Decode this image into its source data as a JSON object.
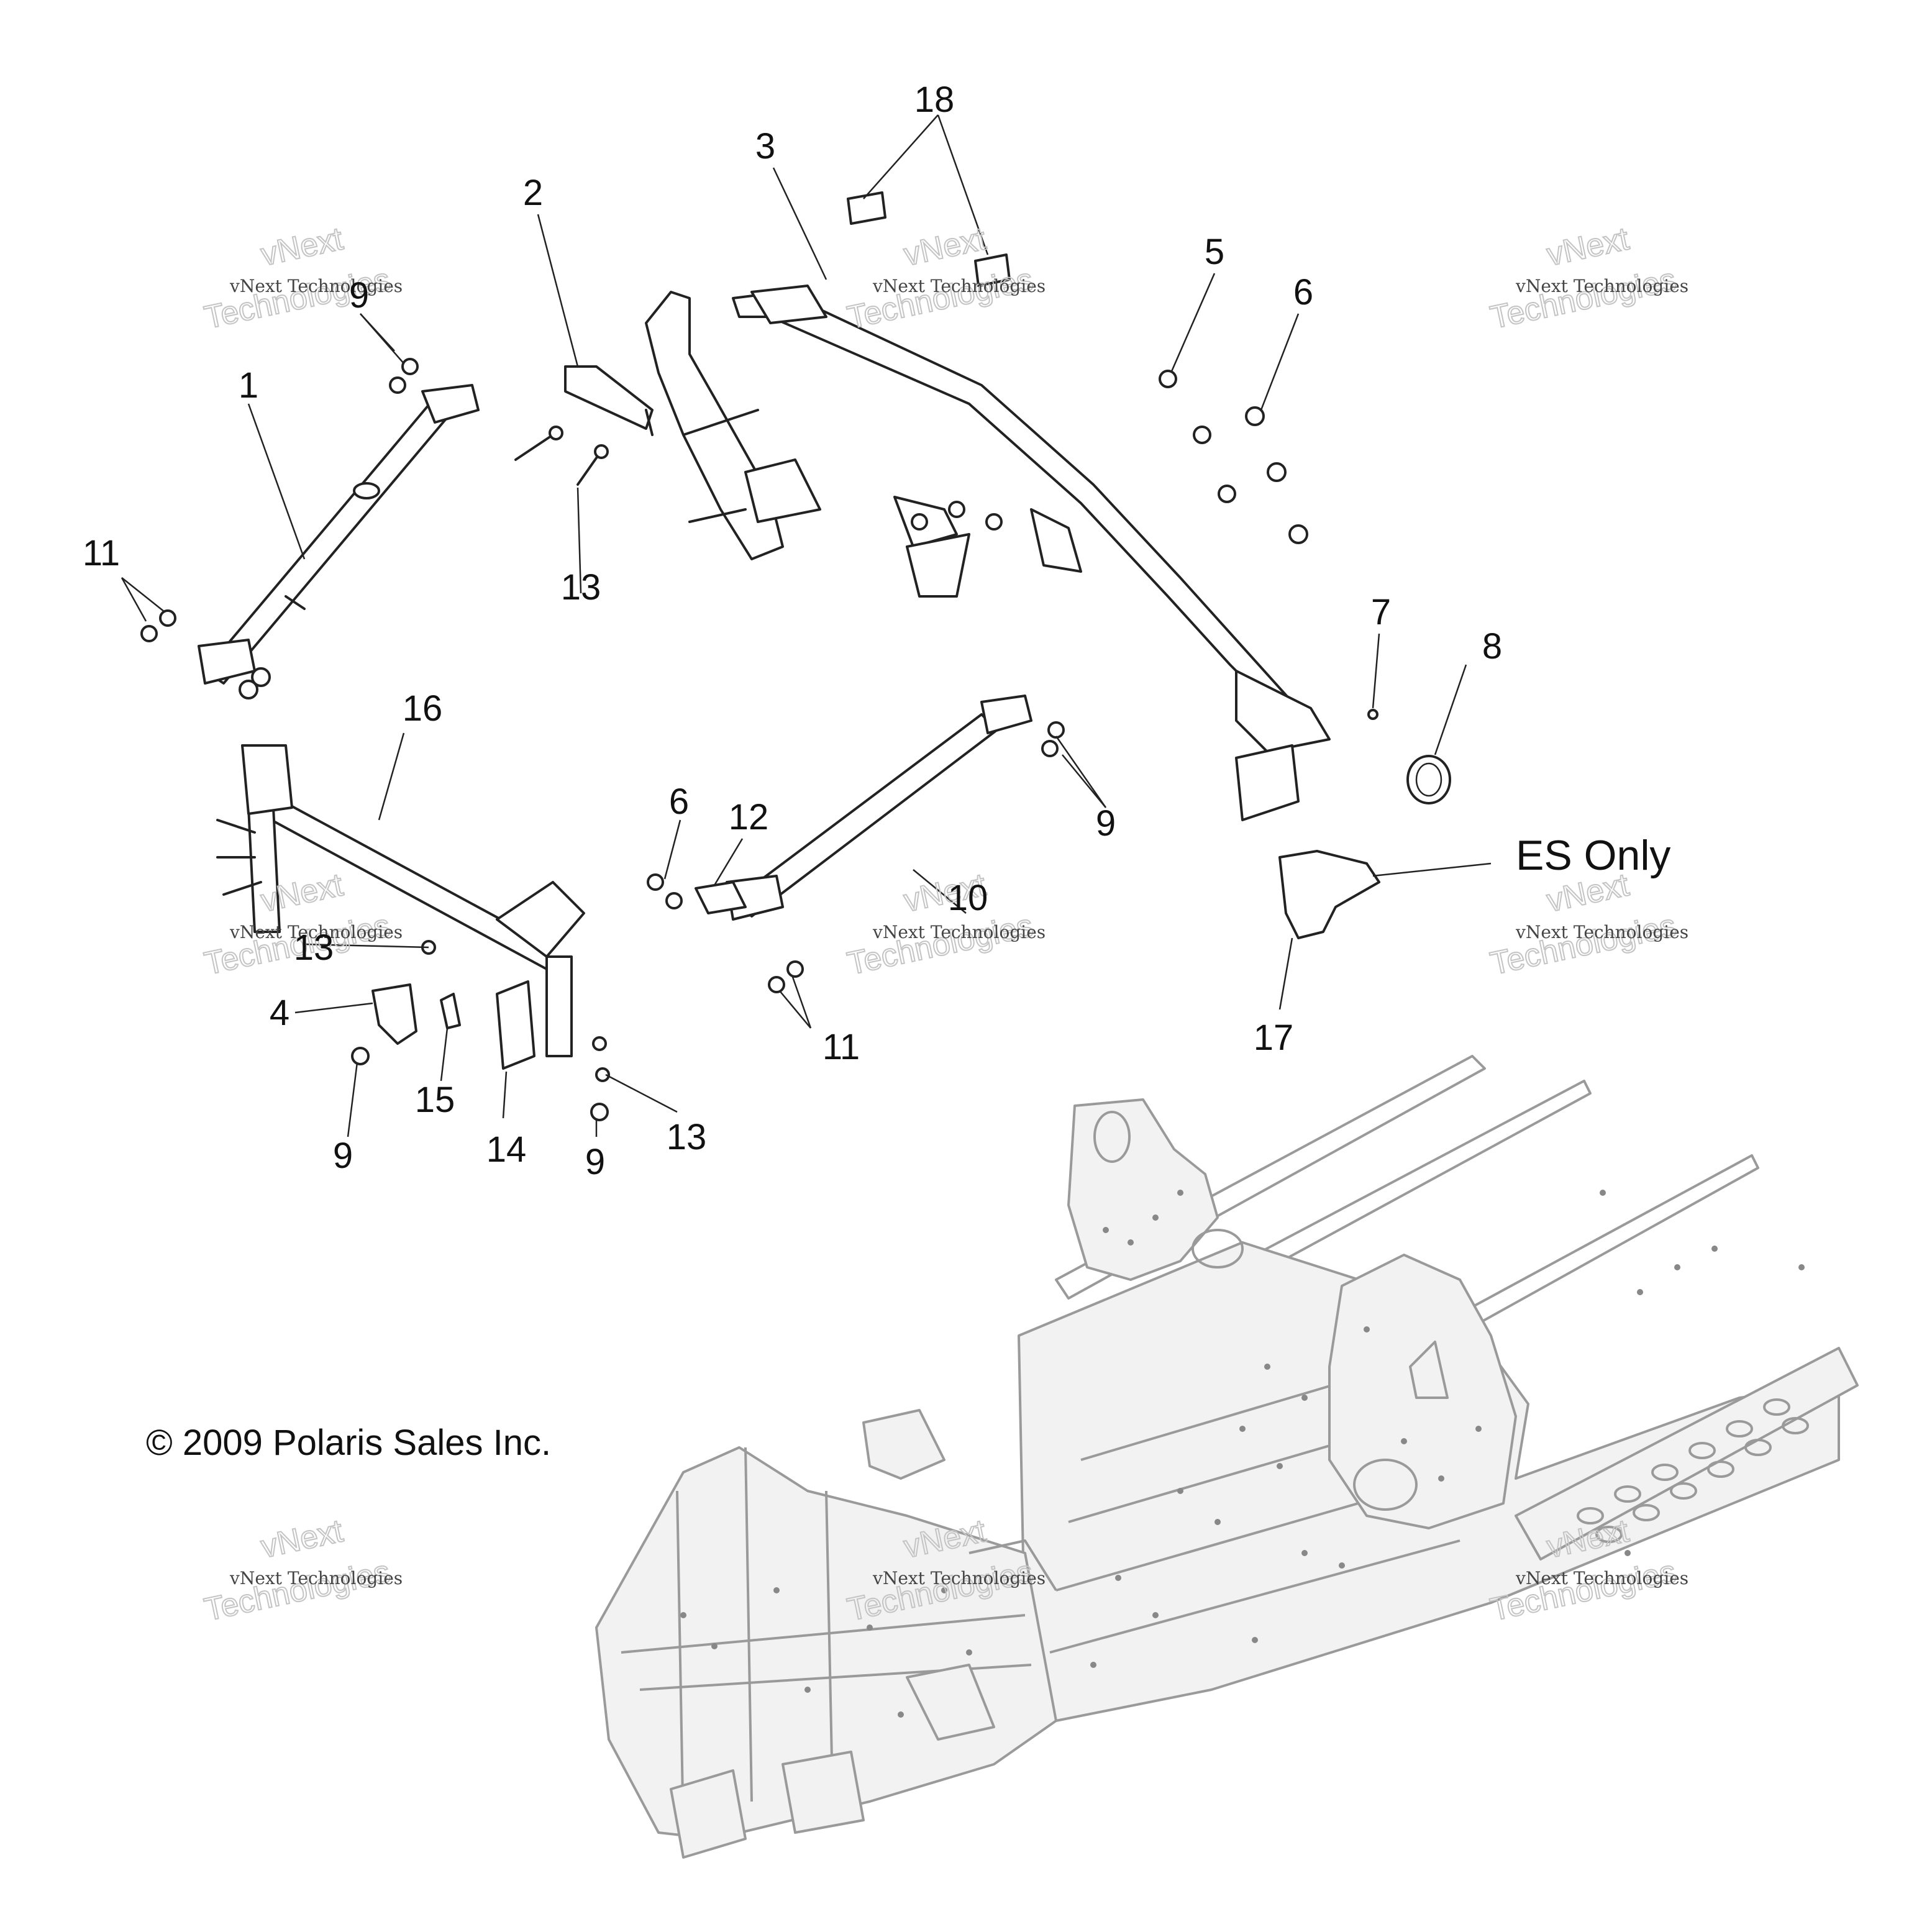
{
  "figure": {
    "callouts": [
      {
        "id": "c1",
        "label": "1"
      },
      {
        "id": "c2",
        "label": "2"
      },
      {
        "id": "c3",
        "label": "3"
      },
      {
        "id": "c4",
        "label": "4"
      },
      {
        "id": "c5",
        "label": "5"
      },
      {
        "id": "c6a",
        "label": "6"
      },
      {
        "id": "c6b",
        "label": "6"
      },
      {
        "id": "c7",
        "label": "7"
      },
      {
        "id": "c8",
        "label": "8"
      },
      {
        "id": "c9a",
        "label": "9"
      },
      {
        "id": "c9b",
        "label": "9"
      },
      {
        "id": "c9c",
        "label": "9"
      },
      {
        "id": "c9d",
        "label": "9"
      },
      {
        "id": "c10",
        "label": "10"
      },
      {
        "id": "c11a",
        "label": "11"
      },
      {
        "id": "c11b",
        "label": "11"
      },
      {
        "id": "c12",
        "label": "12"
      },
      {
        "id": "c13a",
        "label": "13"
      },
      {
        "id": "c13b",
        "label": "13"
      },
      {
        "id": "c13c",
        "label": "13"
      },
      {
        "id": "c14",
        "label": "14"
      },
      {
        "id": "c15",
        "label": "15"
      },
      {
        "id": "c16",
        "label": "16"
      },
      {
        "id": "c17",
        "label": "17"
      },
      {
        "id": "c18",
        "label": "18"
      }
    ],
    "es_note": "ES Only",
    "copyright": "© 2009 Polaris Sales Inc.",
    "watermark": {
      "line1": "vNext Technologies",
      "line2": "Technologies",
      "line3": "vNext"
    }
  }
}
